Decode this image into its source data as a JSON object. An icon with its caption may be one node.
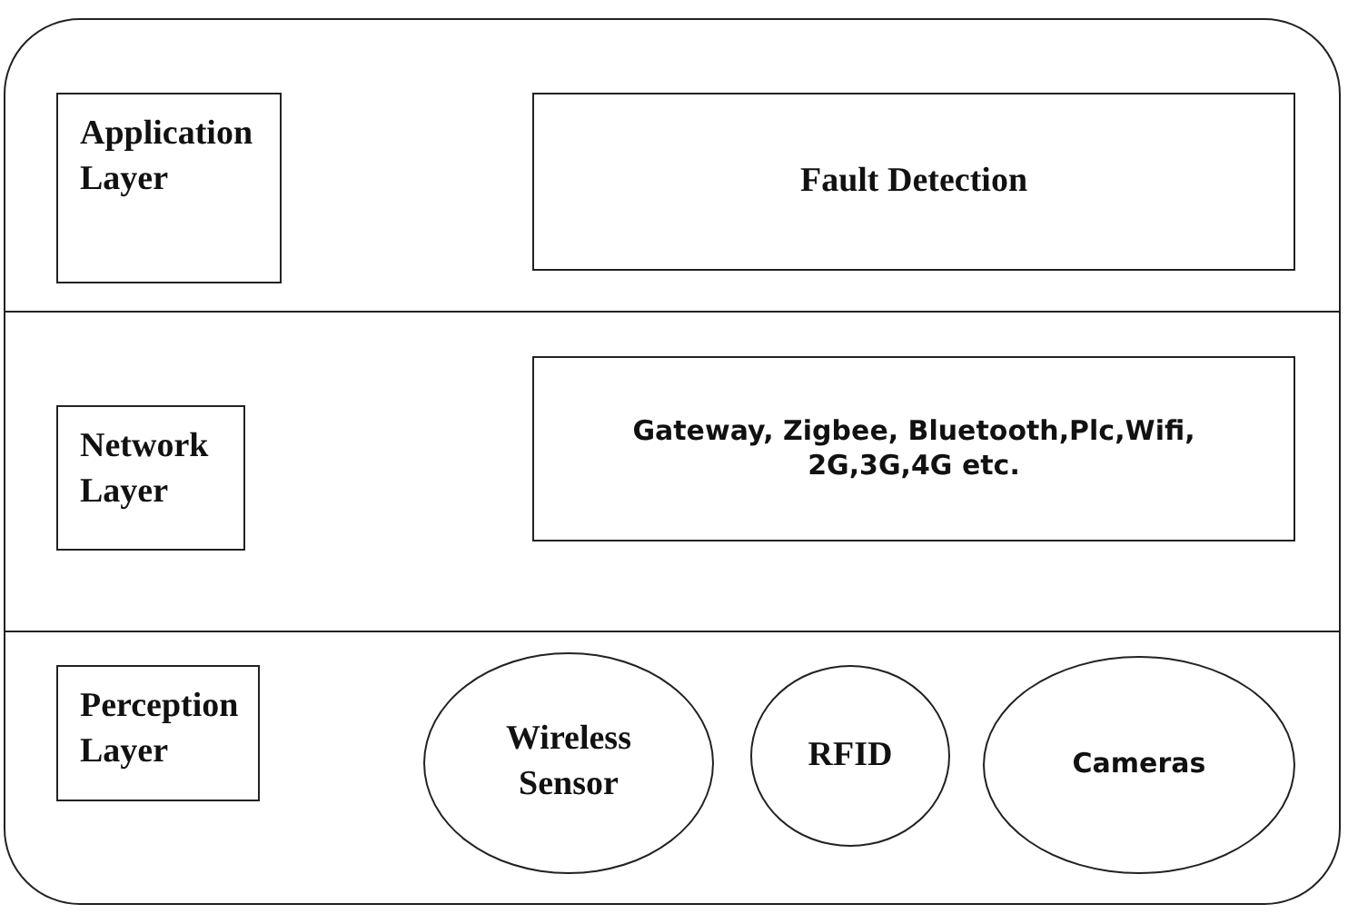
{
  "diagram": {
    "nodes": [
      {
        "text": [],
        "shape": "box"
      },
      {
        "text": [
          "Application Layer"
        ],
        "in": 0
      },
      {
        "text": [
          "Fault Detection"
        ],
        "in": 0
      },
      {
        "text": [
          "Network Layer"
        ],
        "in": 0
      },
      {
        "text": [
          "Gateway, Zigbee, Bluetooth,Plc,Wifi, 2G,3G,4G etc."
        ],
        "in": 0
      },
      {
        "text": [
          "Perception Layer"
        ],
        "in": 0
      },
      {
        "text": [
          "Wireless Sensor"
        ],
        "in": 0
      },
      {
        "text": [
          "RFID"
        ],
        "in": 0
      },
      {
        "text": [
          "Cameras"
        ],
        "in": 0
      }
    ],
    "edges": []
  }
}
